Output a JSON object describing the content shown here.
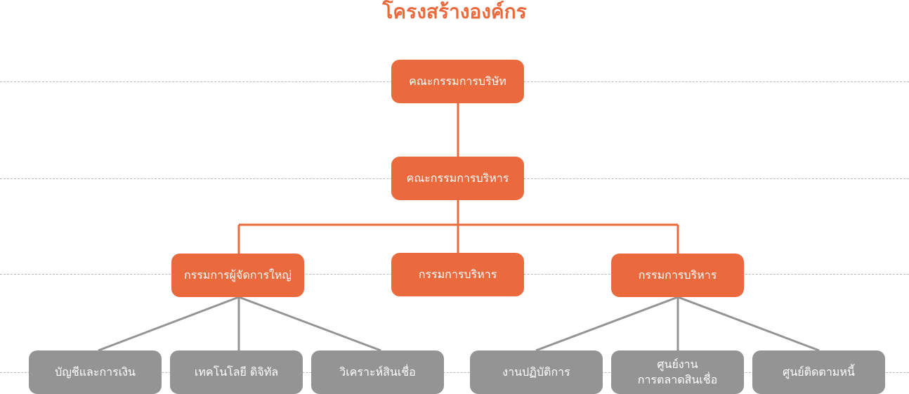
{
  "title": "โครงสร้างองค์กร",
  "colors": {
    "accent": "#eb6a3d",
    "gray_box": "#949494",
    "connector_orange": "#eb6a3d",
    "connector_gray": "#949494",
    "guide_line": "#b9b9b9"
  },
  "nodes": {
    "board_of_directors": "คณะกรรมการบริษัท",
    "executive_committee": "คณะกรรมการบริหาร",
    "ceo": "กรรมการผู้จัดการใหญ่",
    "director_middle": "กรรมการบริหาร",
    "director_right": "กรรมการบริหาร",
    "accounting_finance": "บัญชีและการเงิน",
    "digital_technology": "เทคโนโลยี ดิจิทัล",
    "credit_analysis": "วิเคราะห์สินเชื่อ",
    "operations": "งานปฏิบัติการ",
    "credit_marketing_center_line1": "ศูนย์งาน",
    "credit_marketing_center_line2": "การตลาดสินเชื่อ",
    "debt_collection_center": "ศูนย์ติดตามหนี้"
  }
}
